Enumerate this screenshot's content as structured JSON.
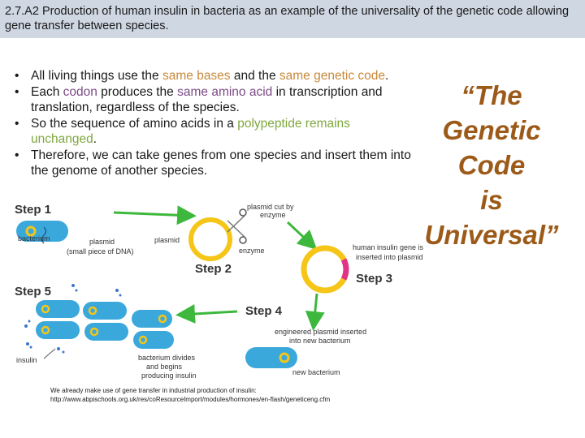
{
  "header": {
    "title": "2.7.A2 Production of human insulin in bacteria as an example of the universality of the genetic code allowing gene transfer between species."
  },
  "bullets": [
    {
      "parts": [
        {
          "text": "All living things use the ",
          "color": ""
        },
        {
          "text": "same bases",
          "color": "orange"
        },
        {
          "text": " and the ",
          "color": ""
        },
        {
          "text": "same genetic code",
          "color": "orange"
        },
        {
          "text": ".",
          "color": ""
        }
      ]
    },
    {
      "parts": [
        {
          "text": "Each ",
          "color": ""
        },
        {
          "text": "codon",
          "color": "purple"
        },
        {
          "text": " produces the ",
          "color": ""
        },
        {
          "text": "same amino acid",
          "color": "purple"
        },
        {
          "text": " in transcription and translation, regardless of the species.",
          "color": ""
        }
      ]
    },
    {
      "parts": [
        {
          "text": "So the sequence of amino acids in a ",
          "color": ""
        },
        {
          "text": "polypeptide remains unchanged",
          "color": "green"
        },
        {
          "text": ".",
          "color": ""
        }
      ]
    },
    {
      "parts": [
        {
          "text": "Therefore, we can take genes from one species and insert them into the genome of another species.",
          "color": ""
        }
      ]
    }
  ],
  "quote": {
    "lines": [
      "“The",
      "Genetic",
      "Code",
      "is",
      "Universal”"
    ]
  },
  "diagram": {
    "step1": "Step 1",
    "step2": "Step 2",
    "step3": "Step 3",
    "step4": "Step 4",
    "step5": "Step 5",
    "bacterium": "bacterium",
    "plasmid_small_1": "plasmid",
    "plasmid_small_2": "(small piece of DNA)",
    "plasmid": "plasmid",
    "plasmid_cut_1": "plasmid cut by",
    "plasmid_cut_2": "enzyme",
    "enzyme": "enzyme",
    "human_gene_1": "human insulin gene is",
    "human_gene_2": "inserted into plasmid",
    "engineered_1": "engineered plasmid inserted",
    "engineered_2": "into new bacterium",
    "new_bacterium": "new bacterium",
    "divides_1": "bacterium divides",
    "divides_2": "and begins",
    "divides_3": "producing insulin",
    "insulin": "insulin"
  },
  "caption": {
    "line1": "We already make use of gene transfer in industrial production of insulin:",
    "line2": "http://www.abpischools.org.uk/res/coResourceImport/modules/hormones/en-flash/geneticeng.cfm"
  },
  "colors": {
    "title_bg": "#cfd7e3",
    "orange": "#c8893a",
    "purple": "#7b4a86",
    "green": "#7ea83e",
    "quote": "#9c5a18",
    "plasmid_ring": "#f5c518",
    "insulin_gene": "#e0338a",
    "bacterium_fill": "#3ba8dc",
    "arrow": "#3db83d"
  }
}
